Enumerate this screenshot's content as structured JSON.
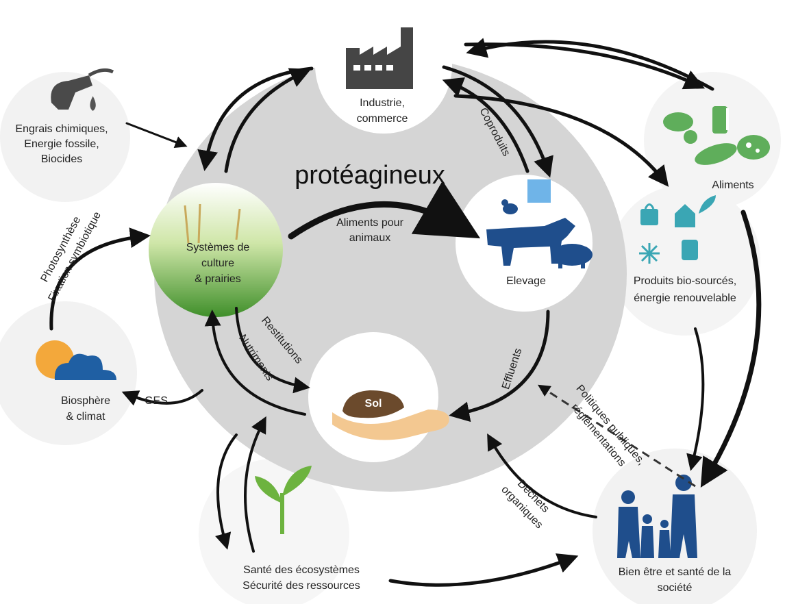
{
  "title": "protéagineux",
  "nodes": {
    "industrie": [
      "Industrie,",
      "commerce"
    ],
    "engrais": [
      "Engrais chimiques,",
      "Energie fossile,",
      "Biocides"
    ],
    "aliments": "Aliments",
    "systemes": [
      "Systèmes de",
      "culture",
      "& prairies"
    ],
    "elevage": "Elevage",
    "produits": [
      "Produits bio-sourcés,",
      "énergie renouvelable"
    ],
    "sol": "Sol",
    "biosphere": [
      "Biosphère",
      "& climat"
    ],
    "sante": [
      "Santé des écosystèmes",
      "Sécurité des ressources"
    ],
    "bien_etre": [
      "Bien être et santé de la",
      "société"
    ]
  },
  "flows": {
    "aliments_animaux": [
      "Aliments pour",
      "animaux"
    ],
    "coproduits": "Coproduits",
    "photosynthese": [
      "Photosynthèse",
      "Fixation symbiotique"
    ],
    "restitutions": "Restitutions",
    "nutriments": "Nutriments",
    "effluents": "Effluents",
    "ges": "GES",
    "politiques": [
      "Politiques publiques,",
      "réglementations"
    ],
    "dechets": [
      "Déchets",
      "organiques"
    ]
  },
  "colors": {
    "hub": "#d5d5d5",
    "node_bg": "#ffffff",
    "halo": "#f1f1f1",
    "arrow": "#111111",
    "industry": "#454545",
    "livestock": "#1f4e8c",
    "food_green": "#5fae5b",
    "biobased": "#3aa6b4",
    "sun": "#f3a83b",
    "cloud": "#1f5fa3",
    "soil": "#6b4a2c",
    "hand": "#f3c891",
    "plant": "#6db33f",
    "people": "#1f4e8c"
  }
}
